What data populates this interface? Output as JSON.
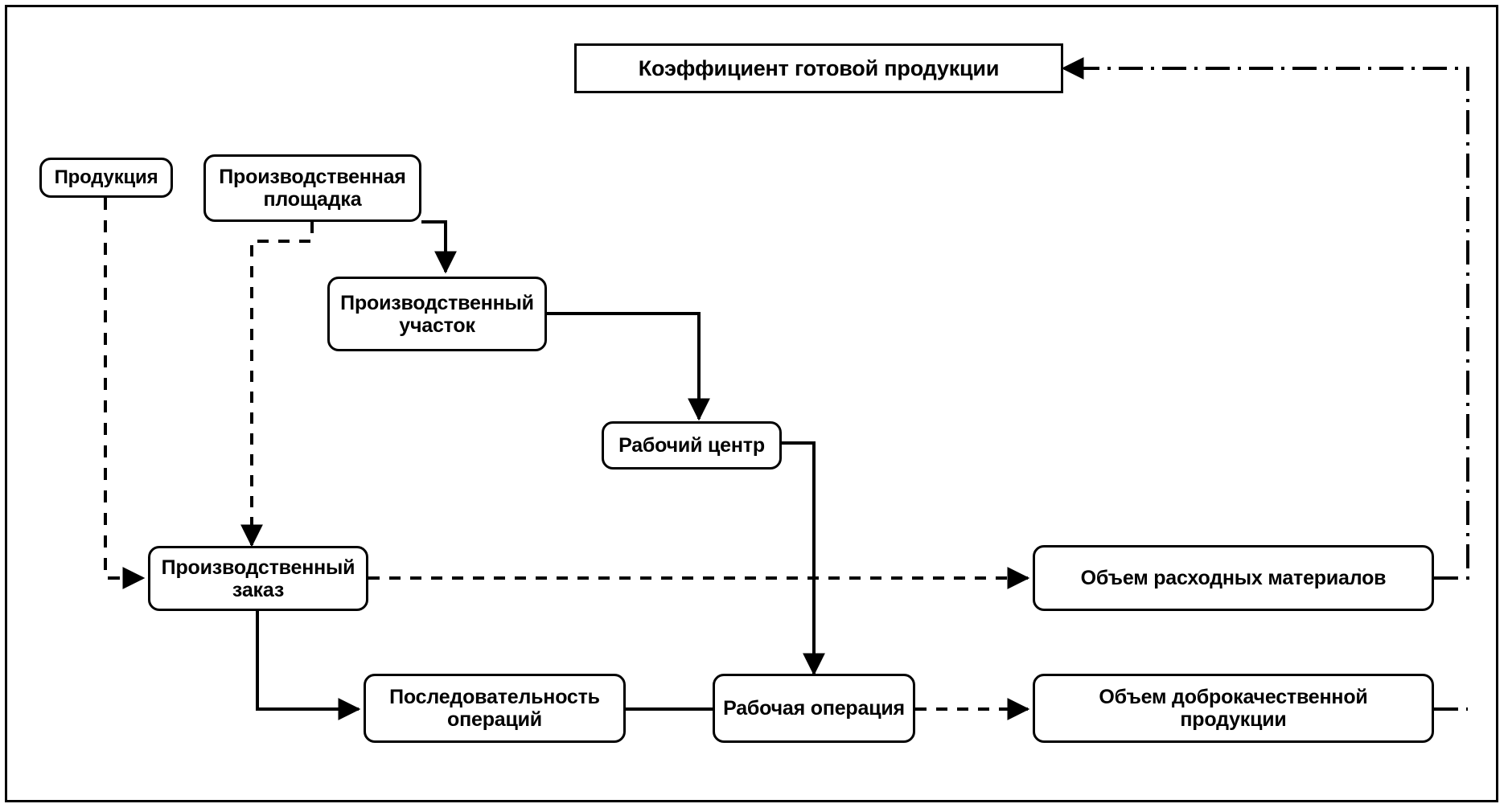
{
  "diagram": {
    "title_node": {
      "id": "finished-product-ratio",
      "label": "Коэффициент готовой продукции"
    },
    "nodes": [
      {
        "id": "product",
        "label": "Продукция"
      },
      {
        "id": "production-site",
        "label": "Производственная площадка"
      },
      {
        "id": "production-area",
        "label": "Производственный участок"
      },
      {
        "id": "work-center",
        "label": "Рабочий центр"
      },
      {
        "id": "production-order",
        "label": "Производственный заказ"
      },
      {
        "id": "operation-sequence",
        "label": "Последовательность операций"
      },
      {
        "id": "work-operation",
        "label": "Рабочая операция"
      },
      {
        "id": "consumables-volume",
        "label": "Объем расходных материалов"
      },
      {
        "id": "quality-volume",
        "label": "Объем доброкачественной продукции"
      }
    ],
    "edges": [
      {
        "from": "product",
        "to": "production-order",
        "style": "dashed",
        "arrow": true
      },
      {
        "from": "production-site",
        "to": "production-order",
        "style": "dashed",
        "arrow": true
      },
      {
        "from": "production-site",
        "to": "production-area",
        "style": "solid",
        "arrow": true
      },
      {
        "from": "production-area",
        "to": "work-center",
        "style": "solid",
        "arrow": true
      },
      {
        "from": "work-center",
        "to": "work-operation",
        "style": "solid",
        "arrow": true
      },
      {
        "from": "production-order",
        "to": "operation-sequence",
        "style": "solid",
        "arrow": true
      },
      {
        "from": "operation-sequence",
        "to": "work-operation",
        "style": "solid",
        "arrow": false
      },
      {
        "from": "production-order",
        "to": "consumables-volume",
        "style": "dashed",
        "arrow": true
      },
      {
        "from": "work-operation",
        "to": "quality-volume",
        "style": "dashed",
        "arrow": true
      },
      {
        "from": "consumables-volume",
        "to": "finished-product-ratio",
        "style": "dash-dot",
        "arrow": true
      },
      {
        "from": "quality-volume",
        "to": "finished-product-ratio",
        "style": "dash-dot",
        "arrow": true
      }
    ],
    "colors": {
      "stroke": "#000000",
      "fill": "#ffffff",
      "text": "#000000"
    }
  }
}
